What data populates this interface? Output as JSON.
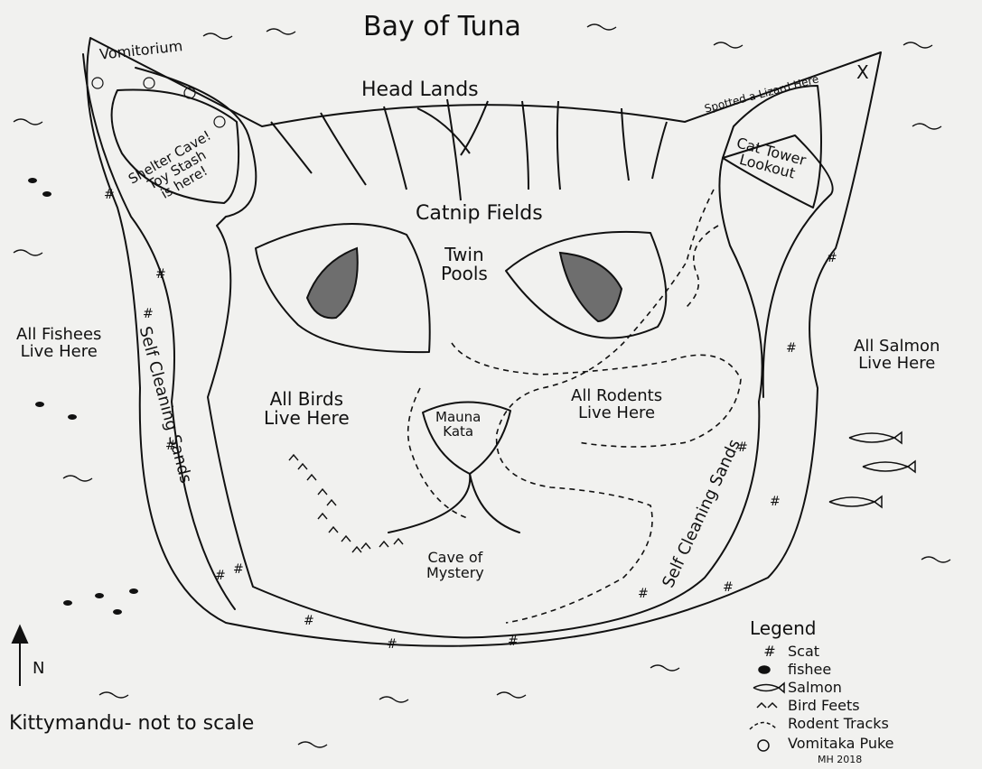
{
  "title": "Bay of Tuna",
  "labels": {
    "vomitorium": "Vomitorium",
    "head_lands": "Head Lands",
    "lizard": "Spotted a Lizard Here",
    "lizard_mark": "X",
    "shelter_cave": "Shelter Cave!",
    "toy_stash_1": "Toy Stash",
    "toy_stash_2": "is here!",
    "cat_tower_1": "Cat Tower",
    "cat_tower_2": "Lookout",
    "catnip_fields": "Catnip Fields",
    "twin_pools_1": "Twin",
    "twin_pools_2": "Pools",
    "all_fishees_1": "All Fishees",
    "all_fishees_2": "Live Here",
    "all_salmon_1": "All Salmon",
    "all_salmon_2": "Live Here",
    "all_birds_1": "All Birds",
    "all_birds_2": "Live Here",
    "mauna_kata_1": "Mauna",
    "mauna_kata_2": "Kata",
    "all_rodents_1": "All Rodents",
    "all_rodents_2": "Live Here",
    "self_cleaning_left_1": "Self",
    "self_cleaning_left_2": "Cleaning",
    "self_cleaning_left_3": "Sands",
    "self_cleaning_right": "Self Cleaning Sands",
    "cave_of_mystery_1": "Cave of",
    "cave_of_mystery_2": "Mystery",
    "north": "N",
    "footer": "Kittymandu- not to scale",
    "signature": "MH 2018"
  },
  "legend": {
    "title": "Legend",
    "items": [
      {
        "symbol": "#",
        "label": "Scat"
      },
      {
        "symbol": "fishee-icon",
        "label": "fishee"
      },
      {
        "symbol": "salmon-icon",
        "label": "Salmon"
      },
      {
        "symbol": "bird-feet-icon",
        "label": "Bird Feets"
      },
      {
        "symbol": "rodent-tracks-icon",
        "label": "Rodent Tracks"
      },
      {
        "symbol": "puke-icon",
        "label": "Vomitaka Puke"
      }
    ]
  }
}
